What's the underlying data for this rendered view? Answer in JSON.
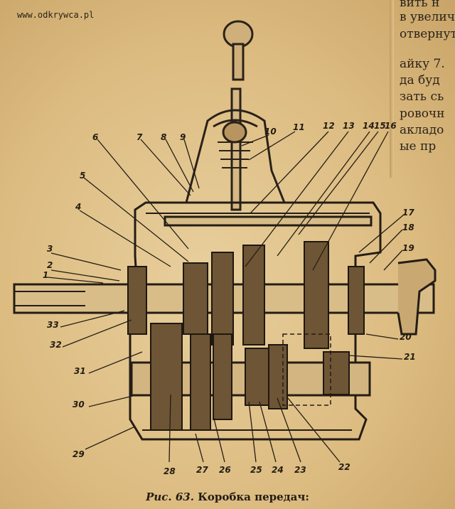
{
  "watermark": "www.odkrywca.pl",
  "side_text": [
    "вить н",
    "в увелич",
    "отвернут",
    "айку 7.",
    "да буд",
    "зать сь",
    "ровочн",
    "акладо",
    "ые пр"
  ],
  "caption": {
    "prefix": "Рис. 63.",
    "text": "Коробка передач:"
  },
  "callouts": [
    "1",
    "2",
    "3",
    "4",
    "5",
    "6",
    "7",
    "8",
    "9",
    "10",
    "11",
    "12",
    "13",
    "14",
    "15",
    "16",
    "17",
    "18",
    "19",
    "20",
    "21",
    "22",
    "23",
    "24",
    "25",
    "26",
    "27",
    "28",
    "29",
    "30",
    "31",
    "32",
    "33"
  ]
}
